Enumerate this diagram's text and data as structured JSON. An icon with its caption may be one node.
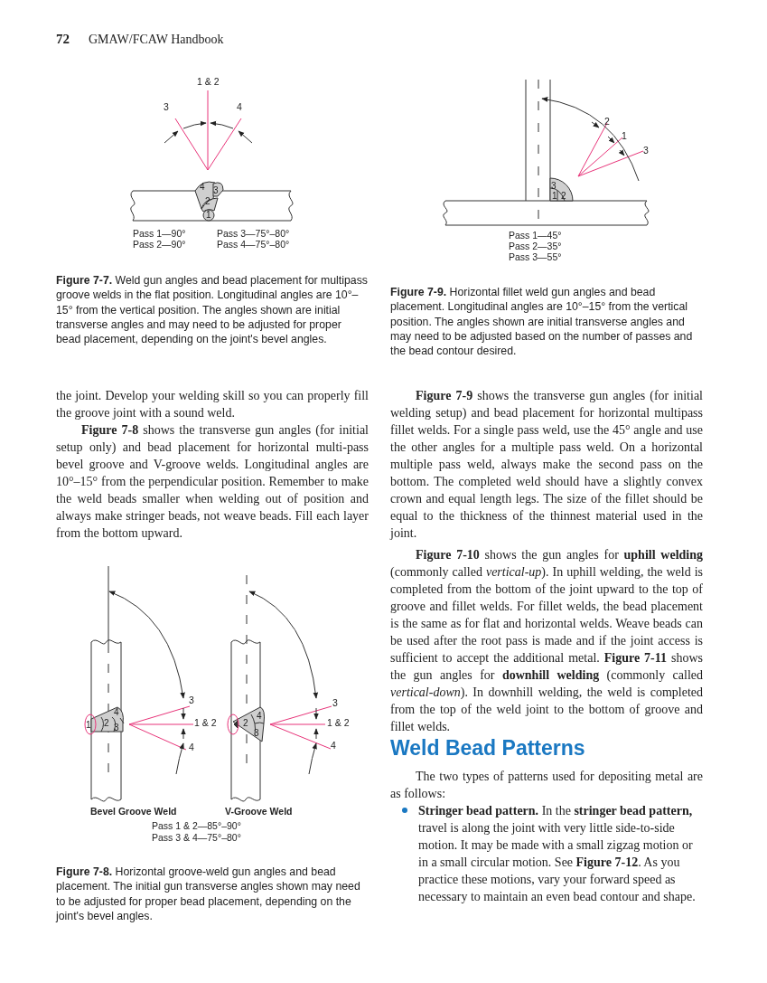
{
  "diagram": {
    "labels": [
      "72",
      "GMAW/FCAW Handbook",
      "1 & 2",
      "3",
      "4",
      "4",
      "3",
      "2",
      "1",
      "Pass 1—90°",
      "Pass 2—90°",
      "Pass 3—75°–80°",
      "Pass 4—75°–80°",
      "**Figure 7-7.** Weld gun angles and bead placement for multipass groove welds in the flat position. Longitudinal angles are 10°–15° from the vertical position. The angles shown are initial transverse angles and may need to be adjusted for proper bead placement, depending on the joint's bevel angles.",
      "2",
      "1",
      "3",
      "3",
      "1",
      "2",
      "Pass 1—45°",
      "Pass 2—35°",
      "Pass 3—55°",
      "**Figure 7-9.** Horizontal fillet weld gun angles and bead placement. Longitudinal angles are 10°–15° from the vertical position. The angles shown are initial transverse angles and may need to be adjusted based on the number of passes and the bead contour desired.",
      "the joint. Develop your welding skill so you can properly fill the groove joint with a sound weld.",
      "**Figure 7-8** shows the transverse gun angles (for initial setup only) and bead placement for horizontal multi-pass bevel groove and V-groove welds. Longitudinal angles are 10°–15° from the perpendicular position. Remember to make the weld beads smaller when welding out of position and always make stringer beads, not weave beads. Fill each layer from the bottom upward.",
      "**Figure 7-9** shows the transverse gun angles (for initial welding setup) and bead placement for horizontal multipass fillet welds. For a single pass weld, use the 45° angle and use the other angles for a multiple pass weld. On a horizontal multiple pass weld, always make the second pass on the bottom. The completed weld should have a slightly convex crown and equal length legs. The size of the fillet should be equal to the thickness of the thinnest material used in the joint.",
      "**Figure 7-10** shows the gun angles for **uphill welding** (commonly called *vertical-up*). In uphill welding, the weld is completed from the bottom of the joint upward to the top of groove and fillet welds. For fillet welds, the bead placement is the same as for flat and horizontal welds. Weave beads can be used after the root pass is made and if the joint access is sufficient to accept the additional metal. **Figure 7-11** shows the gun angles for **downhill welding** (commonly called *vertical-down*). In downhill welding, the weld is completed from the top of the weld joint to the bottom of groove and fillet welds.",
      "3",
      "1 & 2",
      "4",
      "1",
      "2",
      "4",
      "3",
      "3",
      "1 & 2",
      "4",
      "2",
      "4",
      "3",
      "Bevel Groove Weld",
      "V-Groove Weld",
      "Pass 1 & 2—85°–90°",
      "Pass 3 & 4—75°–80°",
      "**Figure 7-8.** Horizontal groove-weld gun angles and bead placement. The initial gun transverse angles shown may need to be adjusted for proper bead placement, depending on the joint's bevel angles.",
      "Weld Bead Patterns",
      "The two types of patterns used for depositing metal are as follows:",
      "**Stringer bead pattern.** In the **stringer bead pattern,** travel is along the joint with very little side-to-side motion. It may be made with a small zigzag motion or in a small circular motion. See **Figure 7-12**. As you practice these motions, vary your forward speed as necessary to maintain an even bead contour and shape."
    ]
  }
}
